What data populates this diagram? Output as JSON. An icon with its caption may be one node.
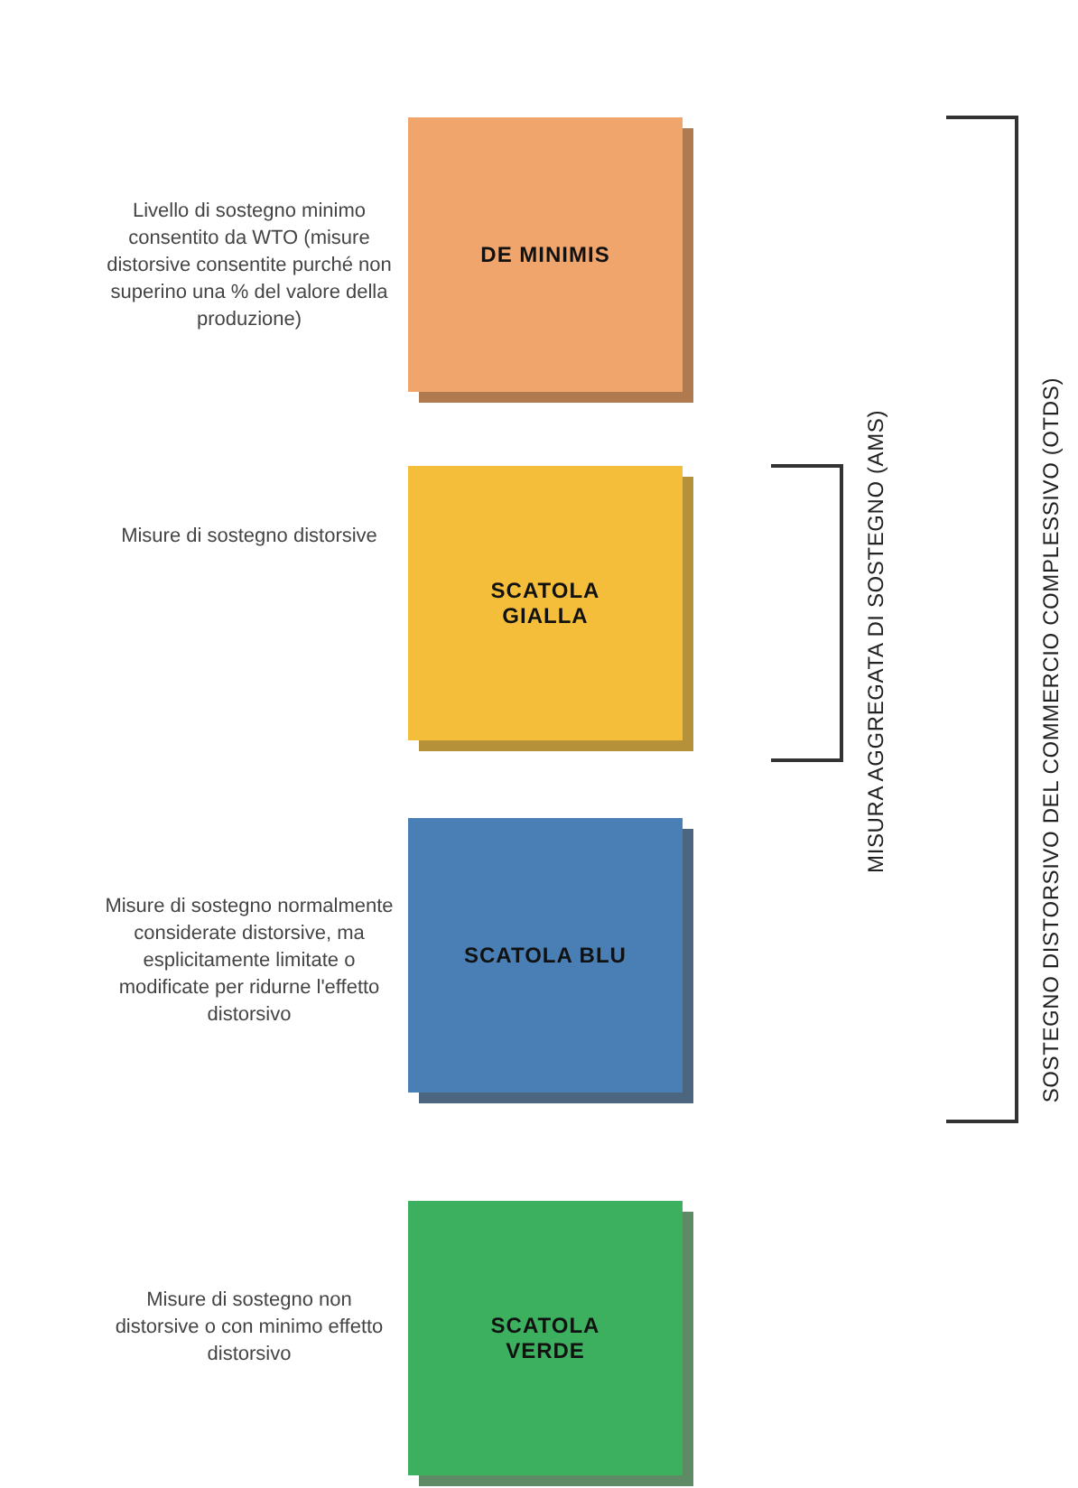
{
  "diagram": {
    "nodes": [
      {
        "text": [
          "DE MINIMIS"
        ],
        "beside": [
          "Livello di sostegno minimo consentito da WTO (misure distorsive consentite purché non superino una % del valore della produzione)"
        ]
      },
      {
        "text": [
          "SCATOLA GIALLA"
        ],
        "beside": [
          "Misure di sostegno distorsive"
        ]
      },
      {
        "text": [
          "SCATOLA BLU"
        ],
        "beside": [
          "Misure di sostegno normalmente considerate distorsive, ma esplicitamente limitate o modificate per ridurne l'effetto distorsivo"
        ]
      },
      {
        "text": [
          "SCATOLA VERDE"
        ],
        "beside": [
          "Misure di sostegno non distorsive o con minimo effetto distorsivo"
        ]
      }
    ],
    "labels": [
      "MISURA AGGREGATA DI SOSTEGNO (AMS)",
      "SOSTEGNO DISTORSIVO DEL COMMERCIO COMPLESSIVO (OTDS)"
    ]
  }
}
